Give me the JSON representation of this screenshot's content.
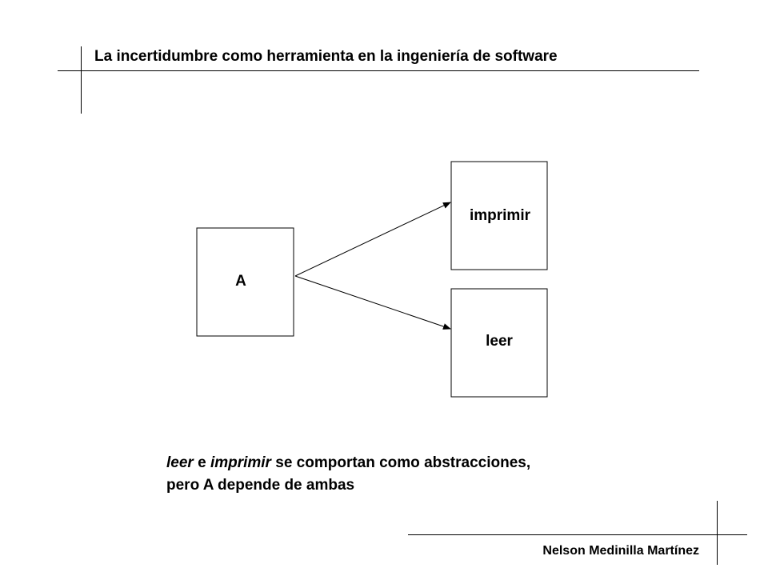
{
  "header": {
    "title": "La incertidumbre como herramienta en la ingeniería de software"
  },
  "diagram": {
    "nodes": {
      "a": "A",
      "imprimir": "imprimir",
      "leer": "leer"
    },
    "edges": [
      {
        "from": "A",
        "to": "imprimir"
      },
      {
        "from": "A",
        "to": "leer"
      }
    ]
  },
  "caption": {
    "term1": "leer",
    "conj": " e ",
    "term2": "imprimir",
    "line1_rest": " se comportan como abstracciones,",
    "line2": "pero A depende de ambas"
  },
  "footer": {
    "author": "Nelson Medinilla Martínez"
  },
  "colors": {
    "ink": "#000000",
    "background": "#ffffff"
  }
}
